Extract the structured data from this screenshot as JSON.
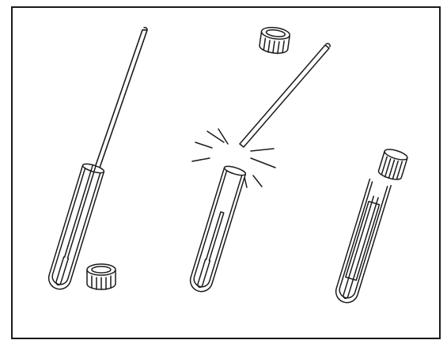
{
  "figure": {
    "steps": [
      {
        "id": "step-1"
      },
      {
        "id": "step-2"
      },
      {
        "id": "step-3"
      }
    ]
  }
}
